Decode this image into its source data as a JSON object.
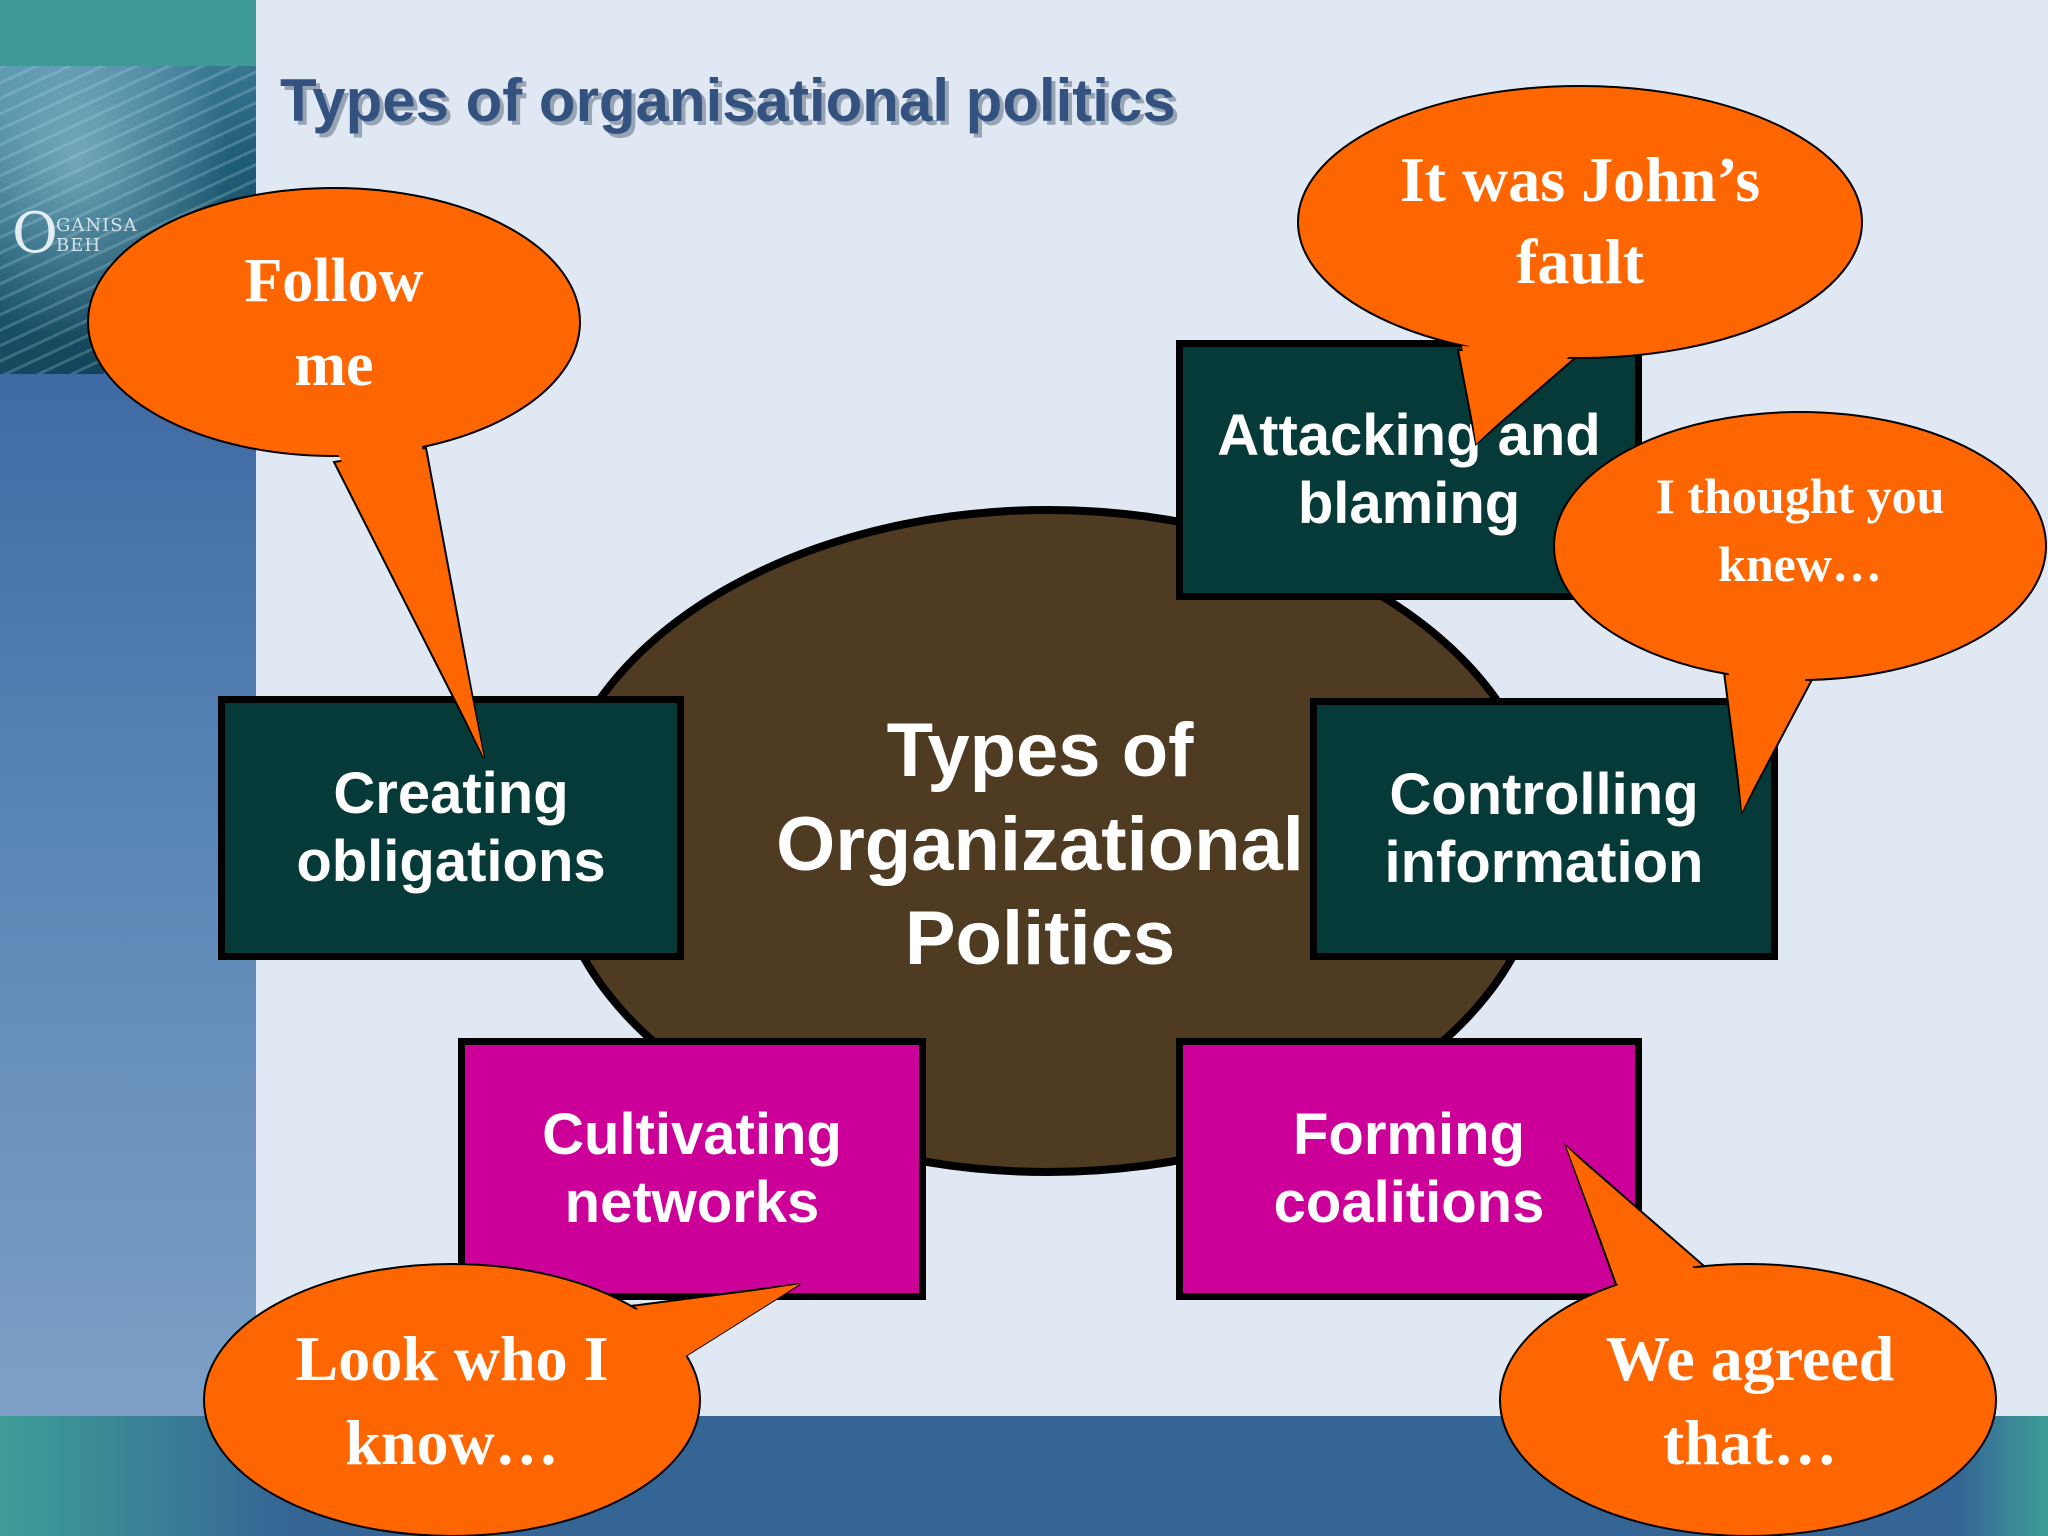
{
  "slide": {
    "title": "Types of organisational politics",
    "book_cover": {
      "letter": "O",
      "word_line1": "GANISA",
      "word_line2": "BEH"
    },
    "center": "Types of Organizational Politics",
    "boxes": {
      "attacking": "Attacking and blaming",
      "creating": "Creating obligations",
      "controlling": "Controlling information",
      "cultivating": "Cultivating networks",
      "forming": "Forming coalitions"
    },
    "callouts": {
      "follow": "Follow me",
      "fault": "It was John’s fault",
      "thought": "I thought you knew…",
      "lookwho": "Look who I know…",
      "agreed": "We agreed that…"
    }
  },
  "colors": {
    "background": "#dfe8f3",
    "title": "#34527f",
    "ellipse": "#4f3a22",
    "dark_box": "#063a39",
    "pink_box": "#cc0099",
    "callout": "#ff6600"
  }
}
